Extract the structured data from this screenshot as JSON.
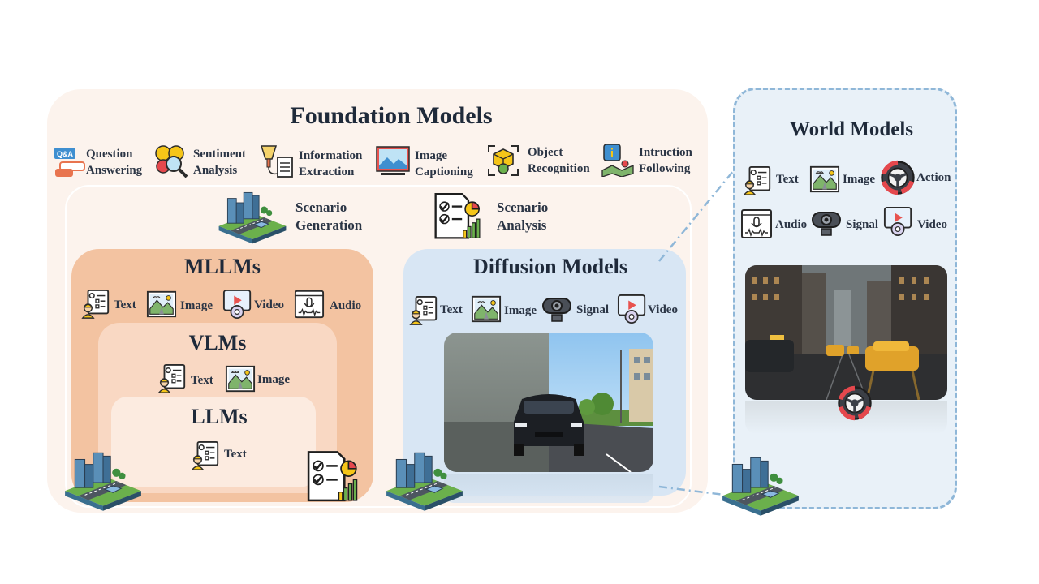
{
  "foundation": {
    "title": "Foundation Models",
    "tasks": [
      {
        "line1": "Question",
        "line2": "Answering",
        "icon": "qa-icon"
      },
      {
        "line1": "Sentiment",
        "line2": "Analysis",
        "icon": "sentiment-icon"
      },
      {
        "line1": "Information",
        "line2": "Extraction",
        "icon": "extraction-icon"
      },
      {
        "line1": "Image",
        "line2": "Captioning",
        "icon": "captioning-icon"
      },
      {
        "line1": "Object",
        "line2": "Recognition",
        "icon": "object-recognition-icon"
      },
      {
        "line1": "Intruction",
        "line2": "Following",
        "icon": "instruction-icon"
      }
    ],
    "scenario_generation": {
      "line1": "Scenario",
      "line2": "Generation"
    },
    "scenario_analysis": {
      "line1": "Scenario",
      "line2": "Analysis"
    }
  },
  "mllms": {
    "title": "MLLMs",
    "modalities": [
      "Text",
      "Image",
      "Video",
      "Audio"
    ]
  },
  "vlms": {
    "title": "VLMs",
    "modalities": [
      "Text",
      "Image"
    ]
  },
  "llms": {
    "title": "LLMs",
    "modalities": [
      "Text"
    ]
  },
  "diffusion": {
    "title": "Diffusion Models",
    "modalities": [
      "Text",
      "Image",
      "Signal",
      "Video"
    ]
  },
  "world": {
    "title": "World Models",
    "modalities": [
      "Text",
      "Image",
      "Action",
      "Audio",
      "Signal",
      "Video"
    ]
  },
  "colors": {
    "foundation_bg": "#fcf3ed",
    "mllm_bg": "#f3c3a1",
    "vlm_bg": "#f9d8c3",
    "llm_bg": "#fcebe0",
    "diffusion_bg": "#d8e6f4",
    "world_bg": "#e9f1f8",
    "world_border": "#8fb7d8"
  }
}
